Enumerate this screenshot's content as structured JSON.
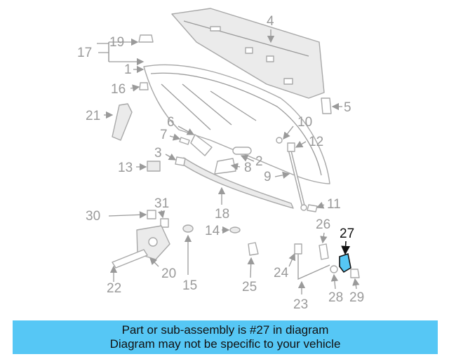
{
  "diagram": {
    "highlight_color": "#56c7f5",
    "highlighted_part": "27",
    "callouts": [
      "1",
      "2",
      "3",
      "4",
      "5",
      "6",
      "7",
      "8",
      "9",
      "10",
      "11",
      "12",
      "13",
      "14",
      "15",
      "16",
      "17",
      "18",
      "19",
      "20",
      "21",
      "22",
      "23",
      "24",
      "25",
      "26",
      "27",
      "28",
      "29",
      "30",
      "31"
    ]
  },
  "banner": {
    "line1": "Part or sub-assembly is #27 in diagram",
    "line2": "Diagram may not be specific to your vehicle",
    "background": "#56c7f5"
  }
}
